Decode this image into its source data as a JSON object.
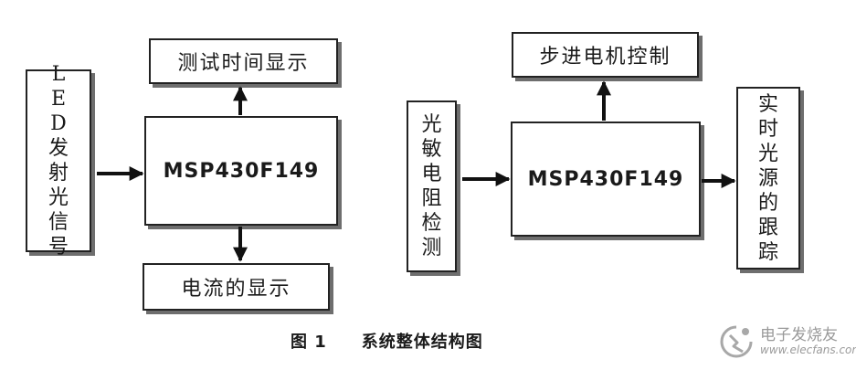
{
  "diagram": {
    "left": {
      "input_label": "LED发射光信号",
      "mcu_label": "MSP430F149",
      "top_output_label": "测试时间显示",
      "bottom_output_label": "电流的显示"
    },
    "right": {
      "input_label": "光敏电阻检测",
      "mcu_label": "MSP430F149",
      "top_output_label": "步进电机控制",
      "right_output_label": "实时光源的跟踪"
    }
  },
  "caption": {
    "number": "图 1",
    "title": "系统整体结构图"
  },
  "watermark": {
    "name": "电子发烧友",
    "url": "www.elecfans.com",
    "icon": "elecfans-logo-icon"
  }
}
